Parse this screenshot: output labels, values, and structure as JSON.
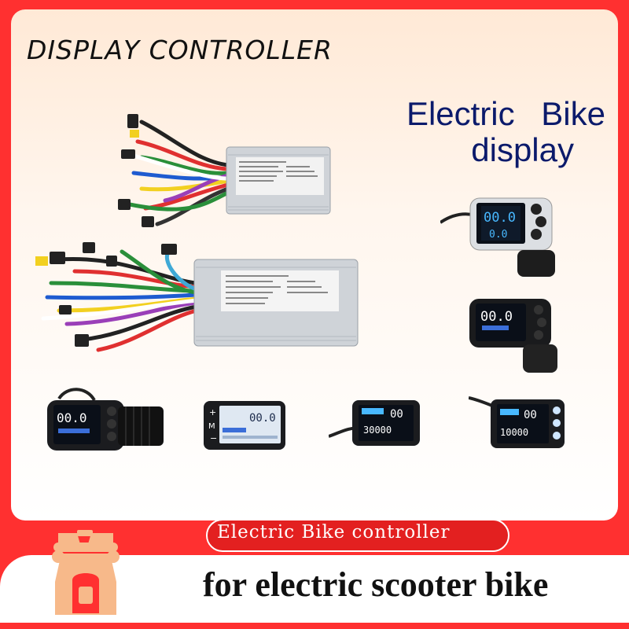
{
  "heading": "DISPLAY CONTROLLER",
  "subheading": {
    "line1": "Electric Bike",
    "line2": "display"
  },
  "banner": {
    "pill_label": "Electric Bike controller",
    "tagline": "for electric scooter bike"
  },
  "devices": {
    "lcd_a": {
      "speed": "00.0",
      "big": "0.0"
    },
    "lcd_b": {
      "speed": "00.0"
    },
    "lcd_c": {
      "speed": "00.0"
    },
    "lcd_d": {
      "speed": "00.0",
      "mode": "M"
    },
    "lcd_e": {
      "speed": "00",
      "big": "30000"
    },
    "lcd_f": {
      "speed": "00",
      "big": "10000"
    }
  },
  "colors": {
    "brand_red": "#ff3030",
    "heading_blue": "#0b1a6b",
    "lcd_blue": "#48b8ff"
  },
  "icons": [
    "scooter-logo-icon",
    "power-icon",
    "mode-icon",
    "plus-icon",
    "minus-icon"
  ]
}
